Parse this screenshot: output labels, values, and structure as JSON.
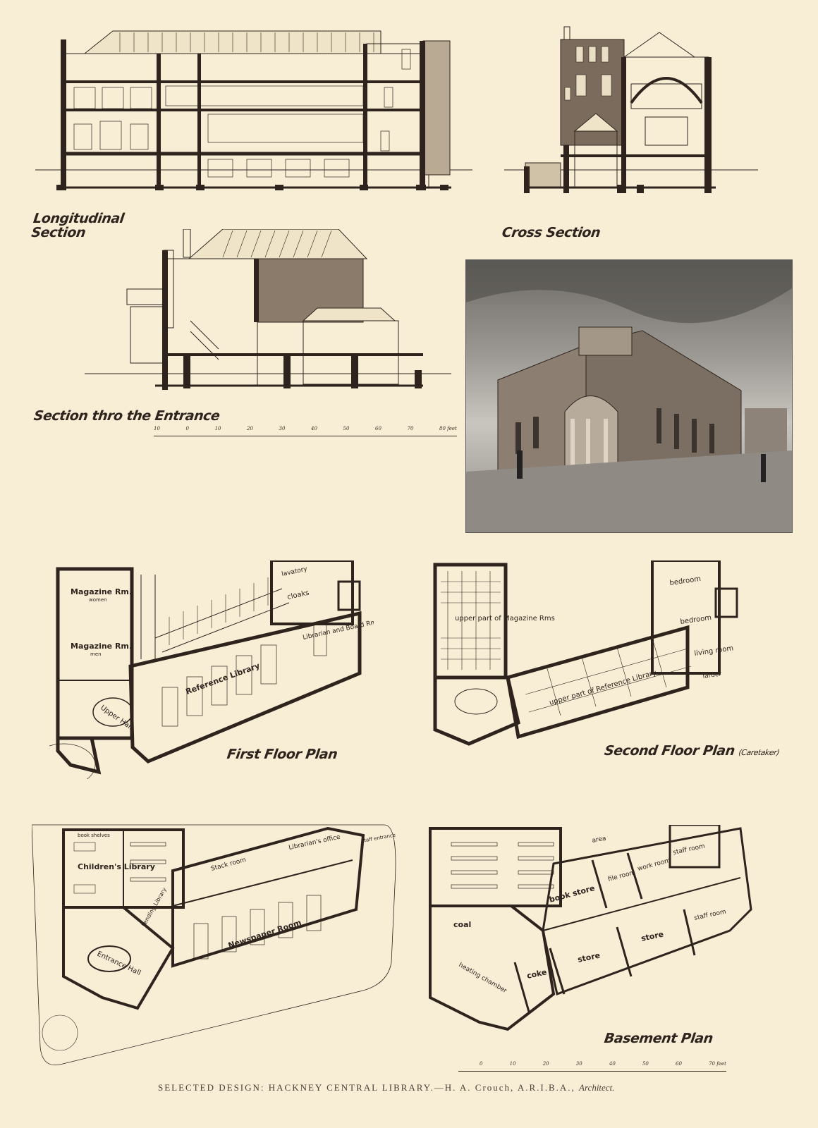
{
  "sheet": {
    "caption_main": "SELECTED DESIGN: HACKNEY CENTRAL LIBRARY.—H. A. Crouch, A.R.I.B.A.,",
    "caption_role": "Architect."
  },
  "drawings": {
    "longitudinal_section": {
      "title_line1": "Longitudinal",
      "title_line2": "Section"
    },
    "cross_section": {
      "title": "Cross Section"
    },
    "entrance_section": {
      "title": "Section thro the Entrance"
    },
    "first_floor": {
      "title": "First Floor Plan",
      "rooms": [
        "Magazine Rm.",
        "women",
        "Magazine Rm.",
        "men",
        "lavatory",
        "cloaks",
        "Librarian and Board Rm",
        "Reference Library",
        "Upper Hall"
      ]
    },
    "second_floor": {
      "title": "Second Floor Plan",
      "note": "(Caretaker)",
      "rooms": [
        "upper part of Magazine Rms",
        "upper part of Reference Library",
        "bedroom",
        "bedroom",
        "living room",
        "larder"
      ]
    },
    "ground_floor": {
      "rooms": [
        "book shelves",
        "Children's Library",
        "Stack room",
        "Librarian's office",
        "staff entrance",
        "Lending Library",
        "Newspaper Room",
        "Entrance Hall"
      ]
    },
    "basement": {
      "title": "Basement Plan",
      "rooms": [
        "area",
        "coal",
        "book store",
        "file room",
        "work room",
        "staff room",
        "staff room",
        "store",
        "store",
        "coke",
        "heating chamber"
      ]
    }
  },
  "scales": {
    "upper": [
      "10",
      "0",
      "10",
      "20",
      "30",
      "40",
      "50",
      "60",
      "70",
      "80 feet"
    ],
    "lower": [
      "0",
      "10",
      "20",
      "30",
      "40",
      "50",
      "60",
      "70 feet"
    ]
  },
  "colors": {
    "paper": "#f8eed6",
    "ink": "#2e241d"
  }
}
